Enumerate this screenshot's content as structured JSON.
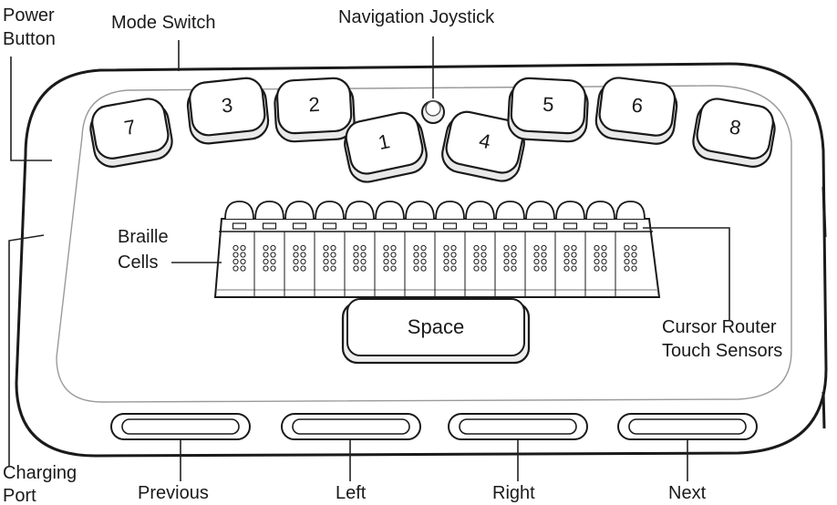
{
  "labels": {
    "power_button": [
      "Power",
      "Button"
    ],
    "mode_switch": "Mode Switch",
    "navigation_joystick": "Navigation Joystick",
    "braille_cells": [
      "Braille",
      "Cells"
    ],
    "cursor_router": [
      "Cursor Router",
      "Touch Sensors"
    ],
    "charging_port": [
      "Charging",
      "Port"
    ],
    "previous": "Previous",
    "left": "Left",
    "right": "Right",
    "next": "Next"
  },
  "keys": {
    "k7": "7",
    "k3": "3",
    "k2": "2",
    "k1": "1",
    "k4": "4",
    "k5": "5",
    "k6": "6",
    "k8": "8",
    "space": "Space"
  },
  "braille_cell_count": 14
}
